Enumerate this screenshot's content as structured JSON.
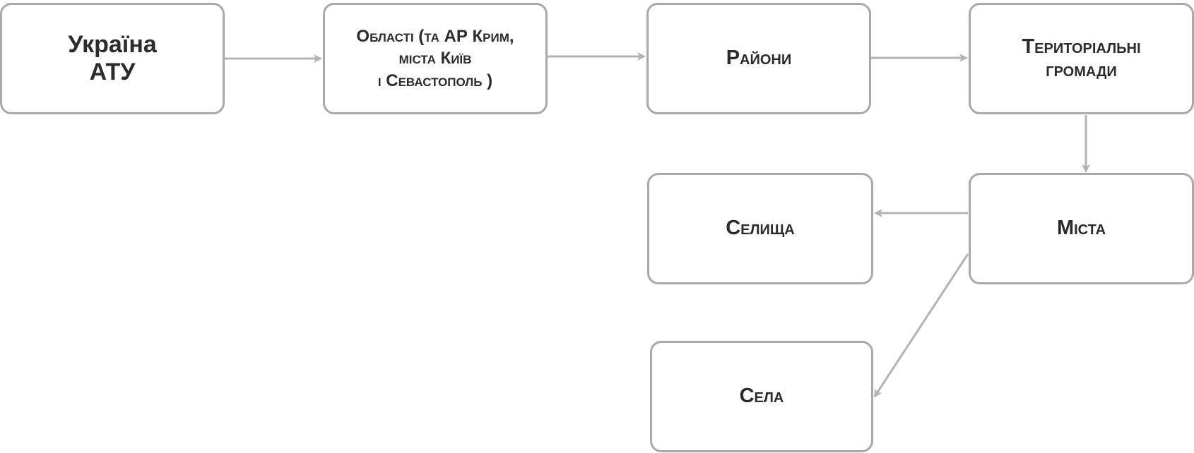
{
  "nodes": {
    "ukraine": {
      "line1": "Україна",
      "line2": "АТУ"
    },
    "oblasti": {
      "line1": "Області (та АР Крим,",
      "line2": "міста Київ",
      "line3": "і Севастополь )"
    },
    "raiony": {
      "text": "Райони"
    },
    "hromady": {
      "line1": "Територіальні",
      "line2": "громади"
    },
    "mista": {
      "text": "Міста"
    },
    "selyshcha": {
      "text": "Селища"
    },
    "sela": {
      "text": "Села"
    }
  },
  "colors": {
    "border": "#a9a9a9",
    "arrow": "#b3b3b3",
    "text": "#2b2b2b"
  }
}
